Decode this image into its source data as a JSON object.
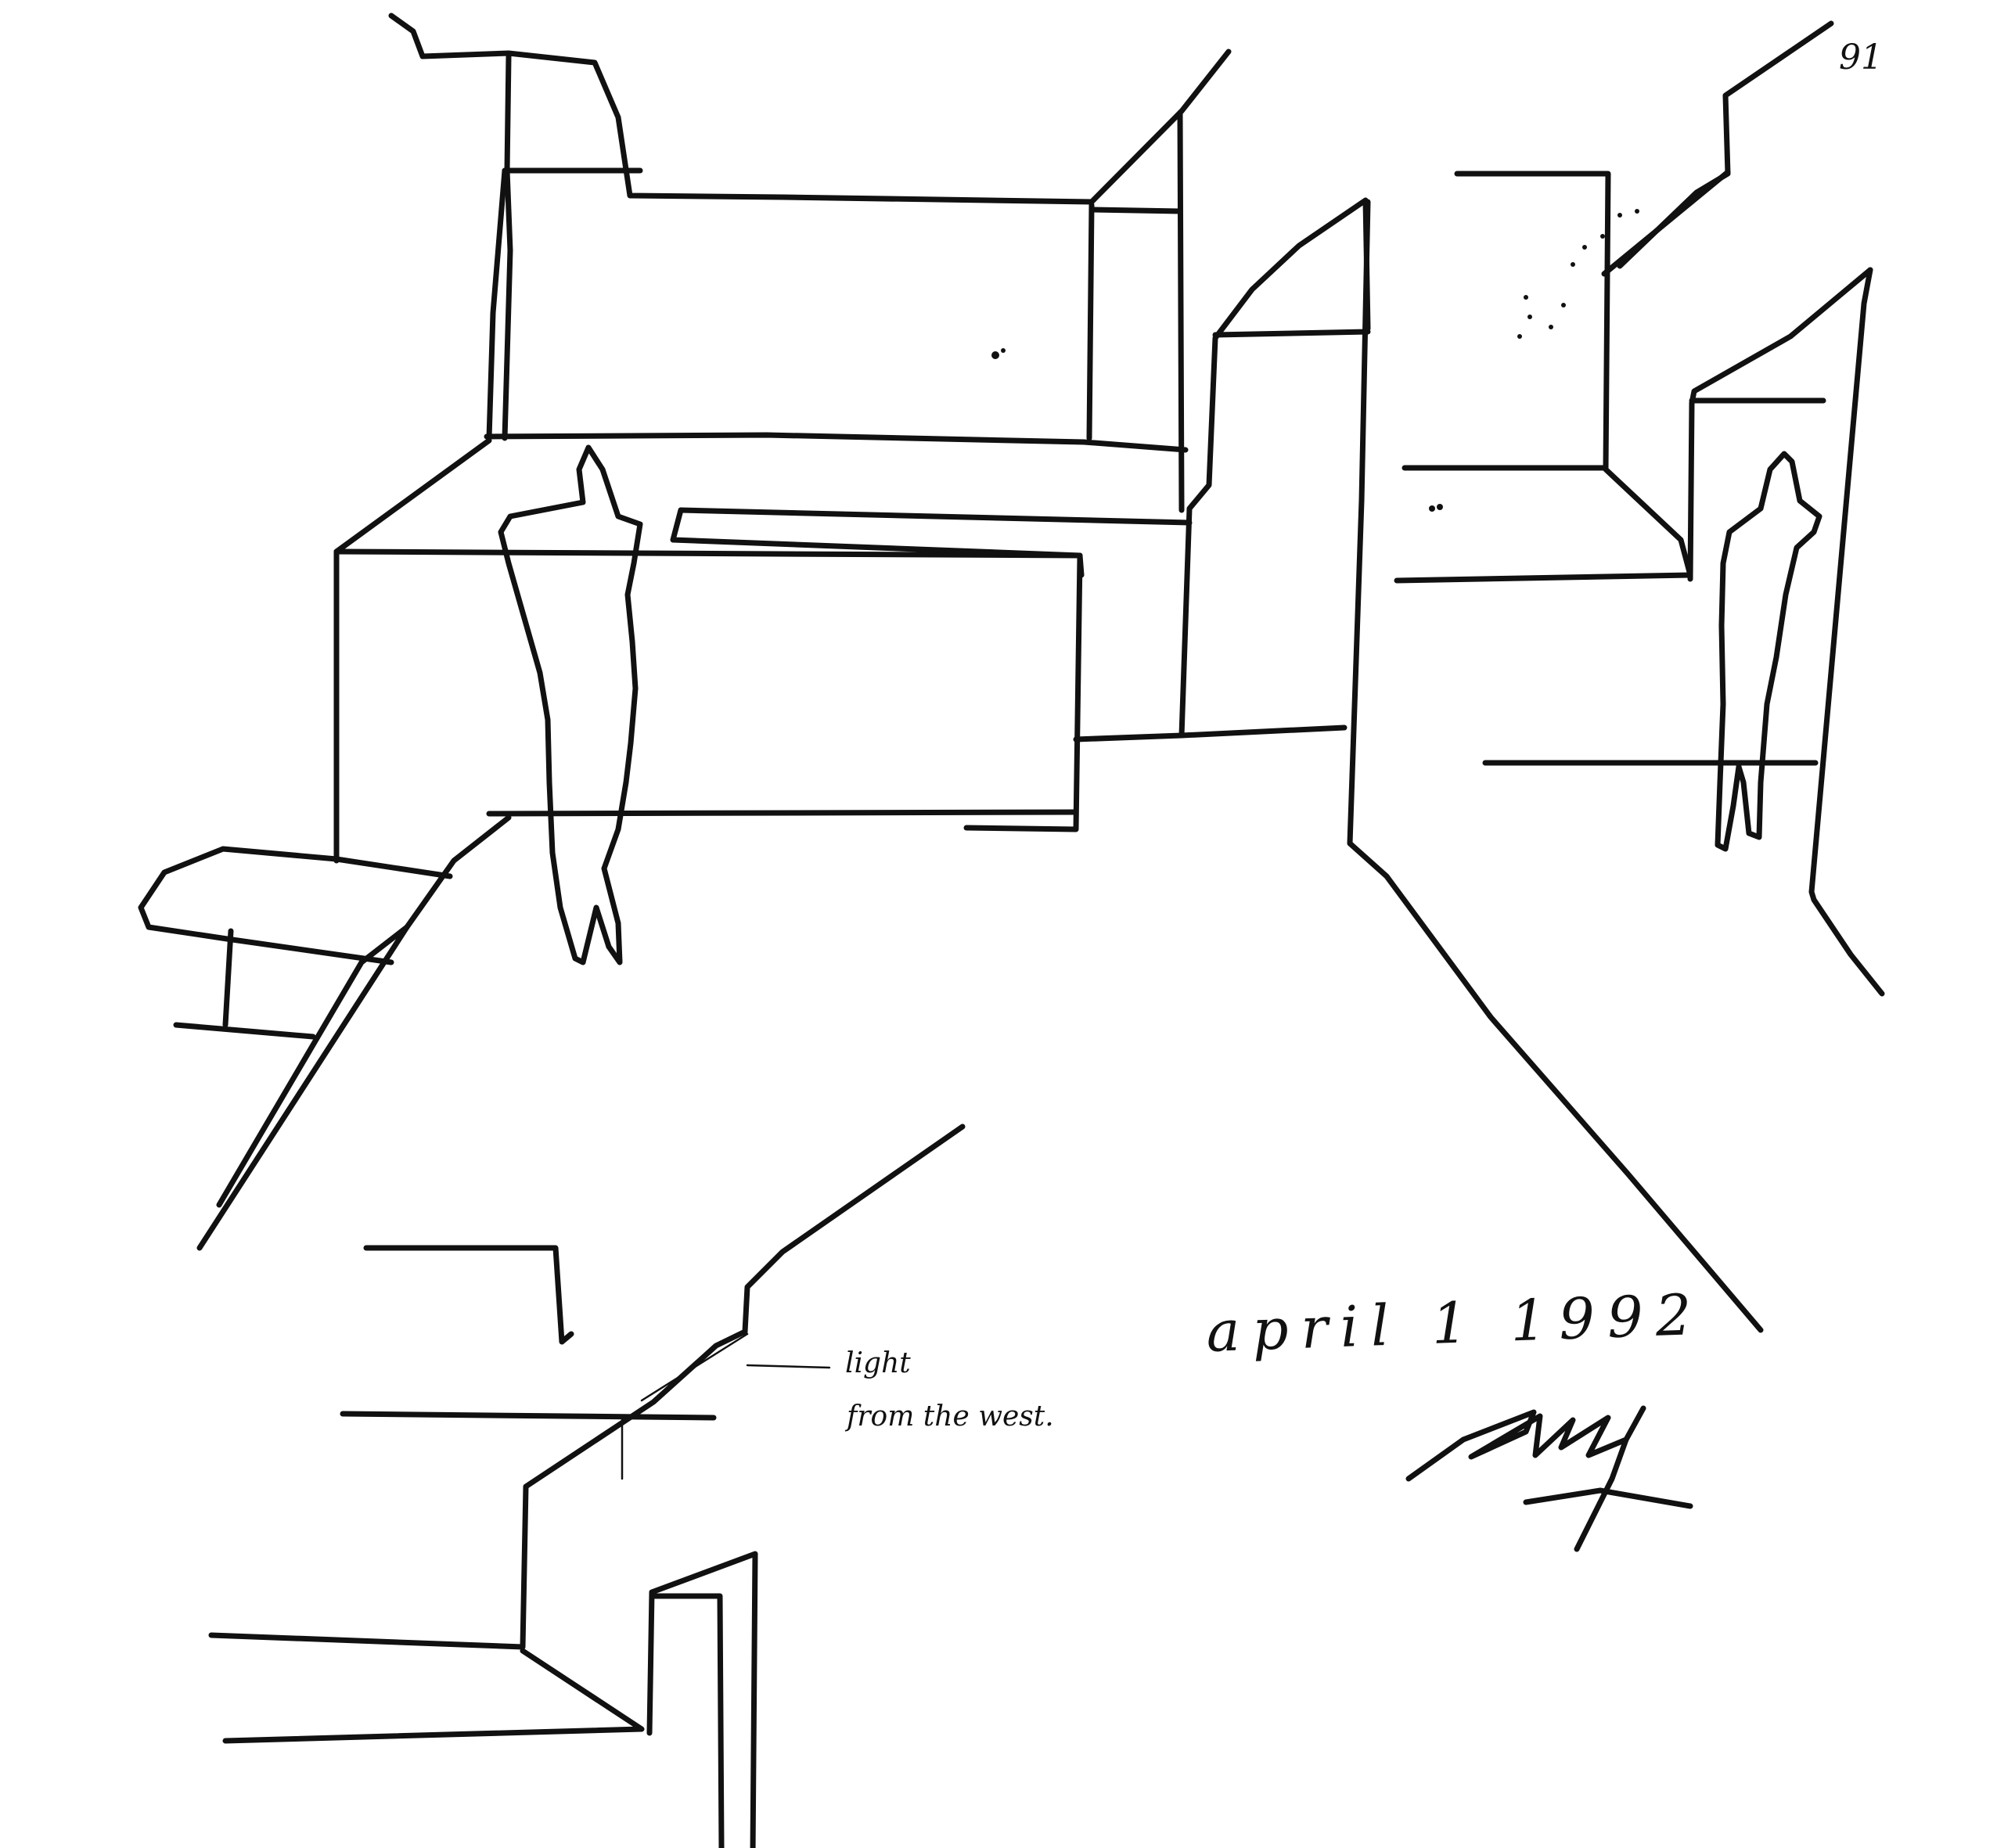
{
  "sheet": {
    "page_number": "91",
    "note_line_1": "light",
    "note_line_2": "from the west.",
    "date_text": "april 1 1992",
    "signature": "signature",
    "ink_color": "#111111",
    "paper_color": "#ffffff"
  }
}
